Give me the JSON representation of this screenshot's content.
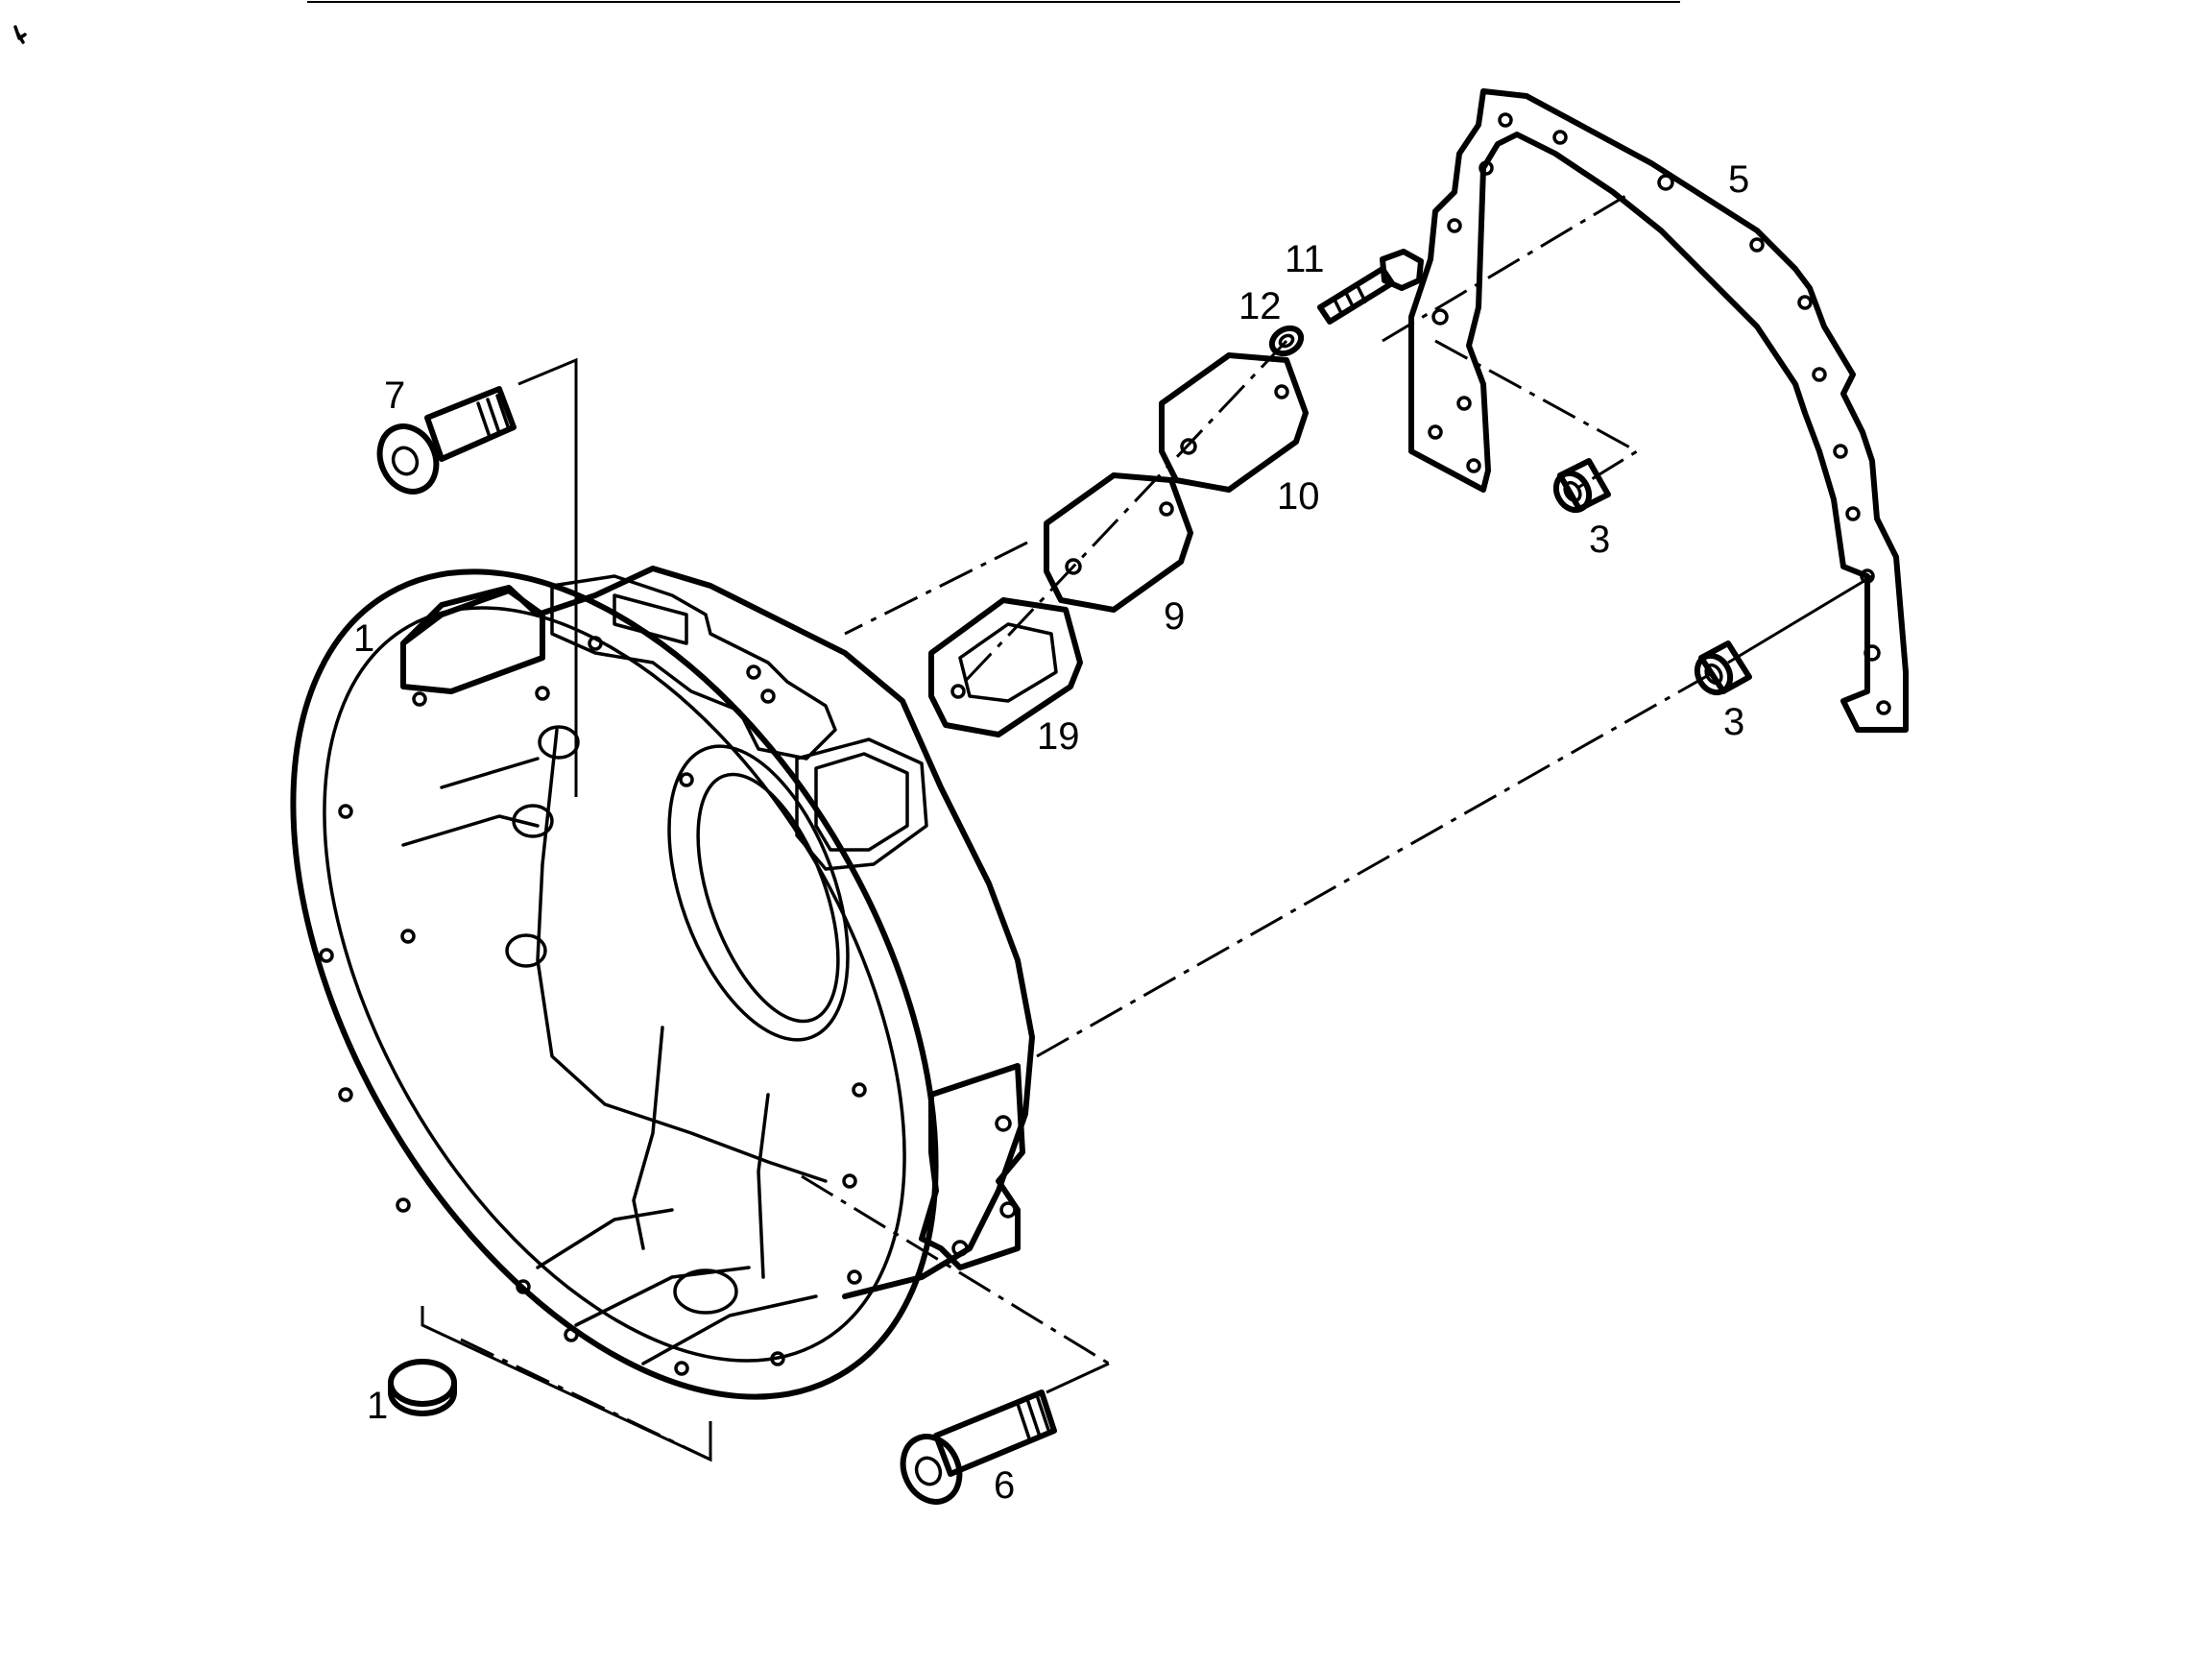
{
  "callouts": {
    "bell_housing": "1",
    "plug": "1",
    "dowel_upper": "3",
    "dowel_lower": "3",
    "gasket_plate": "5",
    "screw_lower": "6",
    "screw_upper": "7",
    "cover_plate": "9",
    "cover_plate_outer": "10",
    "bolt": "11",
    "washer": "12",
    "gasket": "19"
  }
}
